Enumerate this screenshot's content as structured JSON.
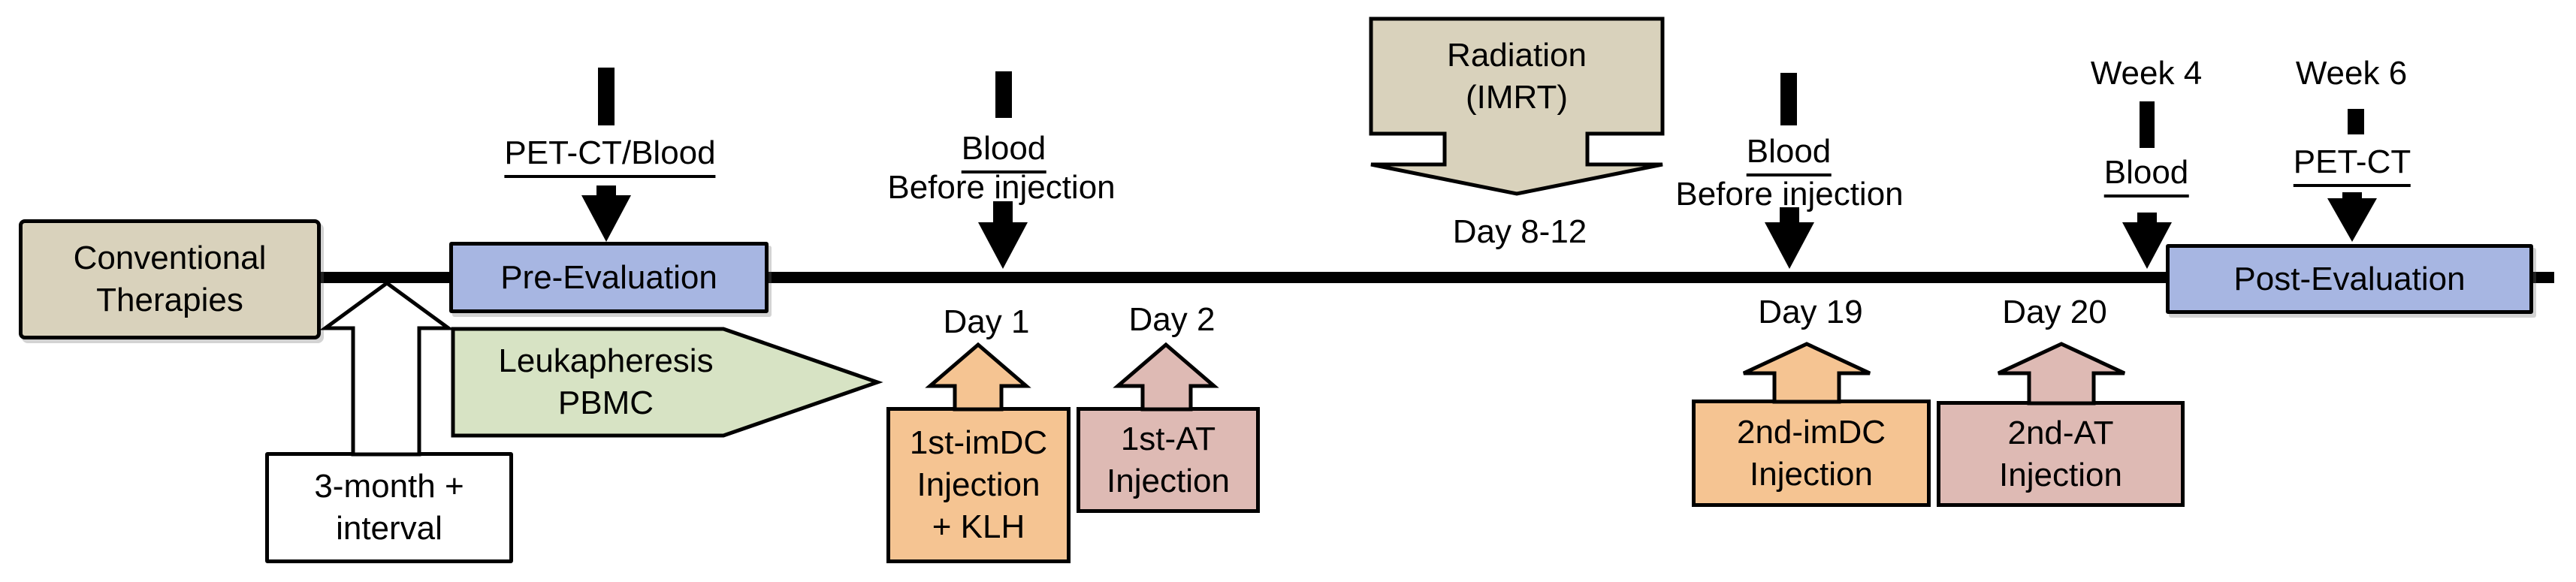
{
  "figure": {
    "description": "Clinical treatment schedule timeline diagram"
  },
  "colors": {
    "tan": "#d9d2bc",
    "blue": "#a7b6e2",
    "green": "#d7e3c4",
    "orange": "#f5c492",
    "pink": "#debab4",
    "white": "#ffffff",
    "black": "#000000"
  },
  "boxes": {
    "conventional": {
      "label": "Conventional\nTherapies"
    },
    "interval": {
      "label": "3-month +\ninterval"
    },
    "pre_evaluation": {
      "label": "Pre-Evaluation"
    },
    "leukapheresis": {
      "label": "Leukapheresis\nPBMC"
    },
    "imdc1": {
      "label": "1st-imDC\nInjection\n+ KLH"
    },
    "at1": {
      "label": "1st-AT\nInjection"
    },
    "radiation": {
      "label": "Radiation\n(IMRT)"
    },
    "imdc2": {
      "label": "2nd-imDC\nInjection"
    },
    "at2": {
      "label": "2nd-AT\nInjection"
    },
    "post_evaluation": {
      "label": "Post-Evaluation"
    }
  },
  "annotations": {
    "pet_ct_blood": "PET-CT/Blood",
    "blood_1": "Blood",
    "before_injection_1": "Before injection",
    "day_1": "Day 1",
    "day_2": "Day 2",
    "day_8_12": "Day 8-12",
    "blood_2": "Blood",
    "before_injection_2": "Before injection",
    "day_19": "Day 19",
    "day_20": "Day 20",
    "week_4": "Week 4",
    "blood_week4": "Blood",
    "week_6": "Week 6",
    "pet_ct_week6": "PET-CT"
  }
}
